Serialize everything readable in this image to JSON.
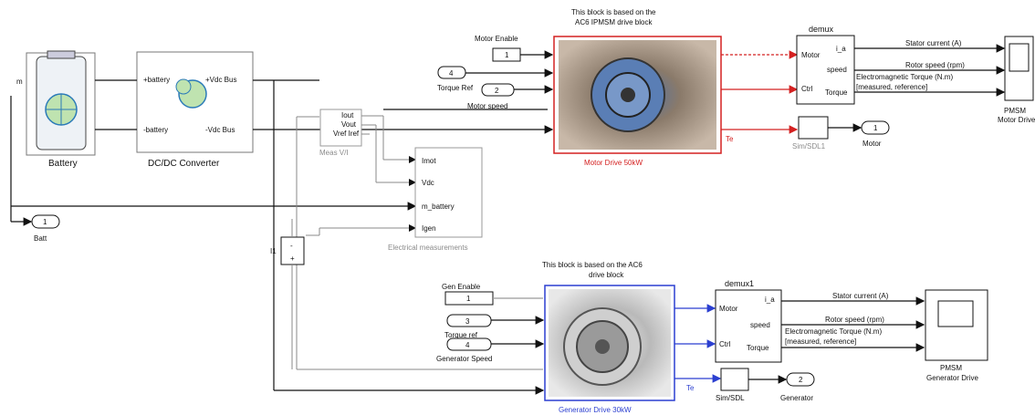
{
  "battery": {
    "label": "Battery",
    "port_m": "m"
  },
  "dcdc": {
    "label": "DC/DC Converter",
    "in_pos": "+battery",
    "in_neg": "-battery",
    "out_pos": "+Vdc Bus",
    "out_neg": "-Vdc Bus"
  },
  "meas_vi": {
    "label": "Meas V/I",
    "ports": [
      "Iout",
      "Vout",
      "Vref Iref"
    ]
  },
  "elec": {
    "label": "Electrical measurements",
    "ports": [
      "Imot",
      "Vdc",
      "m_battery",
      "Igen"
    ]
  },
  "batt_out": {
    "num": "1",
    "label": "Batt"
  },
  "sum": {
    "label": "I1",
    "minus": "-",
    "plus": "+"
  },
  "motor": {
    "note": [
      "This block is based on the",
      "AC6 IPMSM drive block"
    ],
    "enable_label": "Motor Enable",
    "enable_value": "1",
    "tref_num": "4",
    "tref_label": "Torque Ref",
    "const2": "2",
    "speed_label": "Motor speed",
    "drive_label": "Motor Drive 50kW",
    "ports": [
      "Motor",
      "Ctrl"
    ],
    "te": "Te",
    "sim_label": "Sim/SDL1",
    "out_num": "1",
    "out_label": "Motor",
    "demux": "demux",
    "demux_ports": [
      "i_a",
      "speed",
      "Torque"
    ],
    "signals": [
      "Stator current (A)",
      "Rotor speed (rpm)",
      "Electromagnetic Torque (N.m)",
      "[measured, reference]"
    ],
    "scope": [
      "PMSM",
      "Motor Drive"
    ]
  },
  "generator": {
    "note": [
      "This block is based on the AC6",
      "drive block"
    ],
    "enable_label": "Gen Enable",
    "enable_value": "1",
    "const3": "3",
    "tref_num": "4",
    "tref_label": "Torque ref",
    "speed_label": "Generator Speed",
    "drive_label": "Generator Drive 30kW",
    "ports": [
      "Motor",
      "Ctrl"
    ],
    "te": "Te",
    "sim_label": "Sim/SDL",
    "out_num": "2",
    "out_label": "Generator",
    "demux": "demux1",
    "demux_ports": [
      "i_a",
      "speed",
      "Torque"
    ],
    "signals": [
      "Stator current (A)",
      "Rotor speed (rpm)",
      "Electromagnetic Torque (N.m)",
      "[measured, reference]"
    ],
    "scope": [
      "PMSM",
      "Generator Drive"
    ]
  }
}
